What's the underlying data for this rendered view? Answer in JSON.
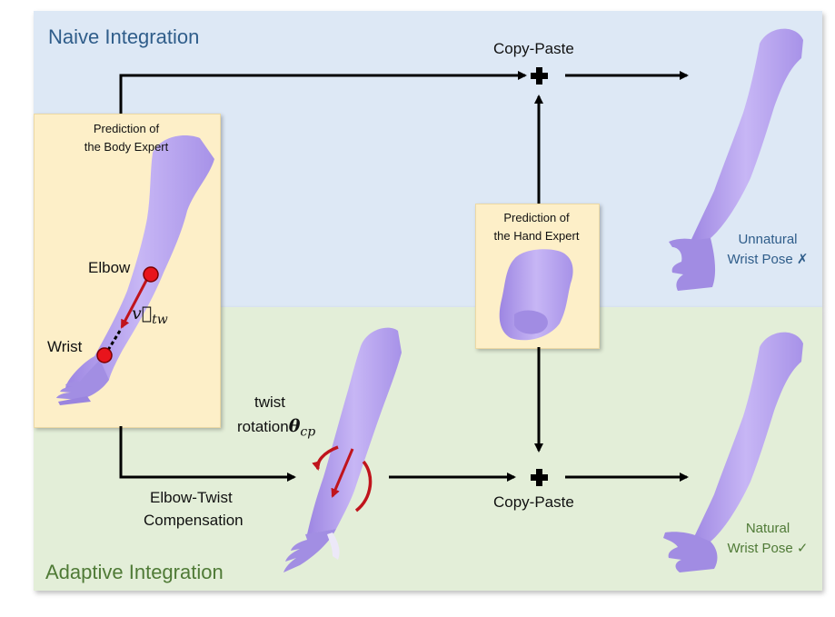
{
  "naive_title": "Naive Integration",
  "adaptive_title": "Adaptive Integration",
  "body_expert_line1": "Prediction of",
  "body_expert_line2": "the Body Expert",
  "hand_expert_line1": "Prediction of",
  "hand_expert_line2": "the Hand Expert",
  "elbow_label": "Elbow",
  "wrist_label": "Wrist",
  "vector_symbol": "v⃗",
  "vector_subscript": "tw",
  "copy_paste_top": "Copy-Paste",
  "copy_paste_bottom": "Copy-Paste",
  "compensation_line1": "Elbow-Twist",
  "compensation_line2": "Compensation",
  "twist_line1": "twist",
  "twist_line2": "rotation",
  "theta_symbol": "θ",
  "theta_subscript": "cp",
  "unnatural_line1": "Unnatural",
  "unnatural_line2": "Wrist Pose ✗",
  "natural_line1": "Natural",
  "natural_line2": "Wrist Pose ✓",
  "colors": {
    "naive_bg": "#dde8f5",
    "adaptive_bg": "#e3eed8",
    "card_bg": "#fdefc8",
    "mesh": "#b8a4ee",
    "joint": "#e8141c",
    "arrow": "#000000",
    "twist_arrow": "#c0141c"
  }
}
